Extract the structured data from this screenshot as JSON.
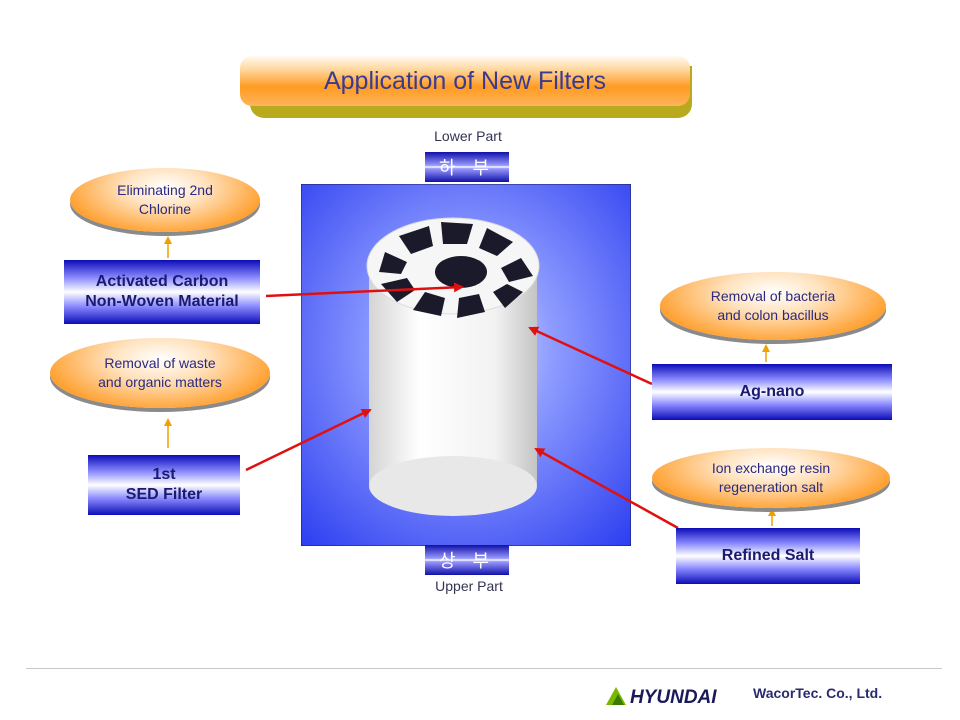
{
  "title": "Application of New Filters",
  "filter_ends": {
    "top_caption": "Lower Part",
    "top_label": "하 부",
    "bottom_label": "상 부",
    "bottom_caption": "Upper Part"
  },
  "left": {
    "oval1": "Eliminating 2nd\nChlorine",
    "material1": "Activated Carbon\nNon-Woven Material",
    "oval2": "Removal of waste\nand organic matters",
    "material2": "1st\nSED Filter"
  },
  "right": {
    "oval1": "Removal of bacteria\nand colon bacillus",
    "material1": "Ag-nano",
    "oval2": "Ion exchange resin\nregeneration salt",
    "material2": "Refined Salt"
  },
  "footer": {
    "logo_text": "HYUNDAI",
    "company": "WacorTec.  Co., Ltd."
  },
  "colors": {
    "accent_orange": "#ff9b22",
    "band_blue": "#1010a8",
    "panel_blue": "#2a3cf0",
    "arrow_red": "#e01010",
    "connector_orange": "#f0a000"
  }
}
